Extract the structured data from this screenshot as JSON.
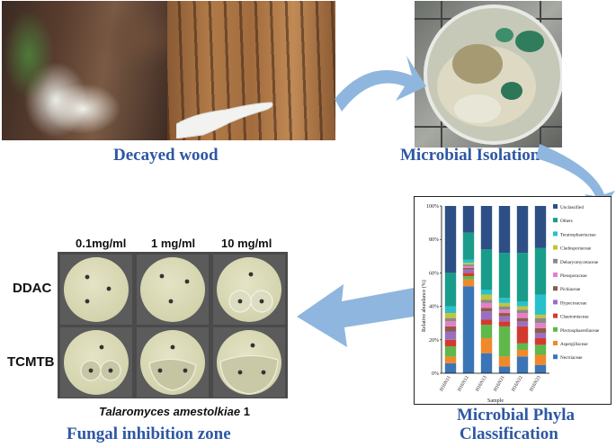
{
  "labels": {
    "decayed_wood": "Decayed wood",
    "microbial_isolation": "Microbial Isolation",
    "microbial_phyla_line1": "Microbial Phyla",
    "microbial_phyla_line2": "Classification",
    "fungal_inhibition_zone": "Fungal inhibition zone"
  },
  "plates": {
    "concentrations": [
      "0.1mg/ml",
      "1 mg/ml",
      "10 mg/ml"
    ],
    "rows": [
      "DDAC",
      "TCMTB"
    ],
    "species_name": "Talaromyces amestolkiae",
    "species_number": "1"
  },
  "colors": {
    "label_blue": "#2e57a3",
    "arrow_blue": "#8fb6de"
  },
  "chart_data": {
    "type": "bar",
    "stacked": true,
    "normalized": true,
    "ylabel": "Relative abundance (%)",
    "xlabel": "Sample",
    "ylim": [
      0,
      100
    ],
    "yticks": [
      "0%",
      "20%",
      "40%",
      "60%",
      "80%",
      "100%"
    ],
    "categories": [
      "H16N11",
      "H16N12",
      "H16N13",
      "H16N21",
      "H16N22",
      "H16N23"
    ],
    "series": [
      {
        "name": "Nectriaceae",
        "color": "#3b75b5",
        "values": [
          6,
          52,
          12,
          4,
          10,
          5
        ]
      },
      {
        "name": "Aspergillaceae",
        "color": "#f0892a",
        "values": [
          4,
          4,
          9,
          6,
          4,
          6
        ]
      },
      {
        "name": "Plectosphaerellaceae",
        "color": "#5fb84a",
        "values": [
          6,
          2,
          8,
          18,
          4,
          6
        ]
      },
      {
        "name": "Chaetomiaceae",
        "color": "#d33a2f",
        "values": [
          4,
          2,
          3,
          3,
          10,
          4
        ]
      },
      {
        "name": "Hypocreaceae",
        "color": "#9a6fc0",
        "values": [
          5,
          2,
          5,
          3,
          3,
          3
        ]
      },
      {
        "name": "Pichiaceae",
        "color": "#8f5a4a",
        "values": [
          3,
          1,
          2,
          2,
          2,
          3
        ]
      },
      {
        "name": "Pleosporaceae",
        "color": "#e67fc6",
        "values": [
          3,
          1,
          3,
          2,
          3,
          3
        ]
      },
      {
        "name": "Debaryomycetaceae",
        "color": "#8a8a8a",
        "values": [
          2,
          1,
          2,
          2,
          2,
          3
        ]
      },
      {
        "name": "Cladosporiaceae",
        "color": "#c4c43a",
        "values": [
          3,
          1,
          3,
          2,
          2,
          2
        ]
      },
      {
        "name": "Teratosphaeriaceae",
        "color": "#29c0cc",
        "values": [
          4,
          2,
          3,
          3,
          3,
          12
        ]
      },
      {
        "name": "Others",
        "color": "#1a9c8a",
        "values": [
          20,
          16,
          24,
          27,
          29,
          28
        ]
      },
      {
        "name": "Unclassified",
        "color": "#2e4f86",
        "values": [
          40,
          16,
          26,
          28,
          28,
          25
        ]
      }
    ]
  }
}
